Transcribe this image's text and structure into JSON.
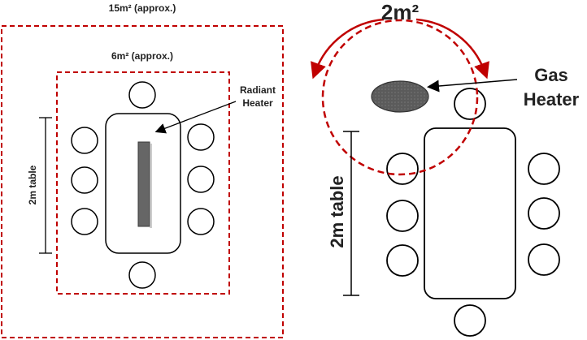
{
  "left_panel": {
    "outer_area_label": "15m² (approx.)",
    "inner_area_label": "6m² (approx.)",
    "heater_label_line1": "Radiant",
    "heater_label_line2": "Heater",
    "table_label": "2m table",
    "colors": {
      "boundary": "#c00000",
      "heater": "#666666"
    }
  },
  "right_panel": {
    "radius_label": "2m²",
    "heater_label_line1": "Gas",
    "heater_label_line2": "Heater",
    "table_label": "2m table",
    "colors": {
      "circle": "#c00000",
      "heater": "#555555"
    }
  }
}
